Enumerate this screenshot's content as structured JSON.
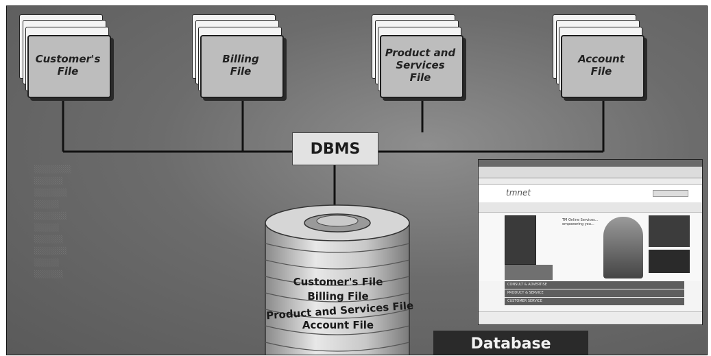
{
  "files": [
    {
      "id": "customer",
      "label": "Customer's\nFile"
    },
    {
      "id": "billing",
      "label": "Billing\nFile"
    },
    {
      "id": "product",
      "label": "Product and\nServices\nFile"
    },
    {
      "id": "account",
      "label": "Account\nFile"
    }
  ],
  "dbms_label": "DBMS",
  "database_contents": [
    "Customer's File",
    "Billing File",
    "Product and Services File",
    "Account File"
  ],
  "database_caption": "Database",
  "browser": {
    "site_logo": "tmnet",
    "headline": "TM Online Services... empowering you...",
    "nav_items": [
      "CONSULT & ADVERTISE",
      "PRODUCT & SERVICE",
      "CUSTOMER SERVICE"
    ]
  },
  "colors": {
    "background": "#6c6c6c",
    "folder": "#bdbdbd",
    "box": "#e2e2e2",
    "caption": "#2a2a2a"
  }
}
